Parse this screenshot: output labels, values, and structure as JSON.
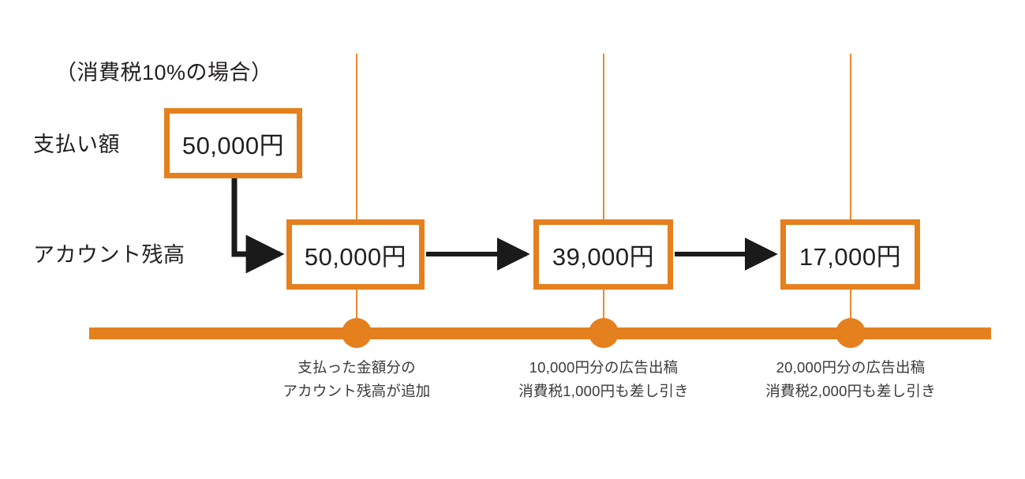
{
  "diagram": {
    "title_note": "（消費税10%の場合）",
    "row_labels": {
      "payment": "支払い額",
      "balance": "アカウント残高"
    },
    "payment_box": {
      "amount": "50,000円"
    },
    "balance_boxes": [
      {
        "amount": "50,000円"
      },
      {
        "amount": "39,000円"
      },
      {
        "amount": "17,000円"
      }
    ],
    "timeline": {
      "events": [
        {
          "line1": "支払った金額分の",
          "line2": "アカウント残高が追加"
        },
        {
          "line1": "10,000円分の広告出稿",
          "line2": "消費税1,000円も差し引き"
        },
        {
          "line1": "20,000円分の広告出稿",
          "line2": "消費税2,000円も差し引き"
        }
      ]
    },
    "colors": {
      "orange": "#E4801E",
      "tick_orange": "#E98A35",
      "arrow_black": "#1a1a1a",
      "text": "#231f20",
      "caption_text": "#3a3a3a"
    }
  }
}
